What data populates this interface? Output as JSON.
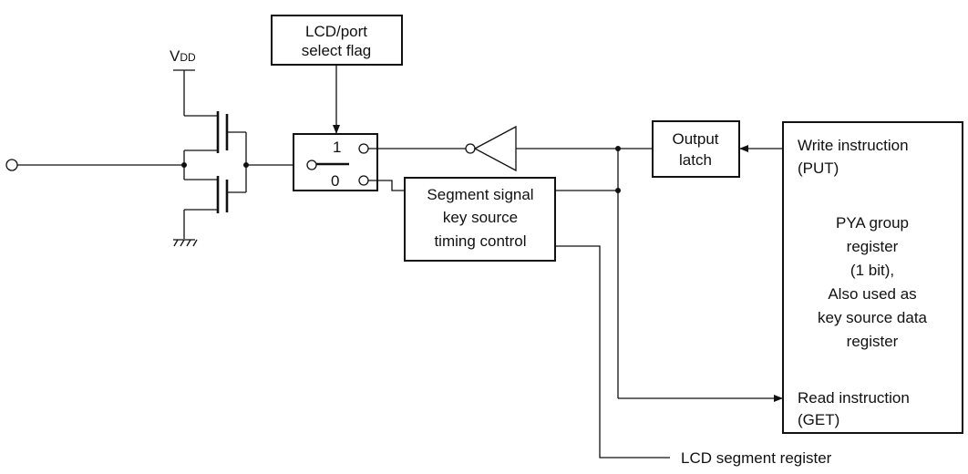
{
  "diagram": {
    "vdd": {
      "main": "V",
      "sub": "DD"
    },
    "lcd_port_select_flag": [
      "LCD/port",
      "select flag"
    ],
    "switch": {
      "pos1": "1",
      "pos0": "0"
    },
    "output_latch": [
      "Output",
      "latch"
    ],
    "segment_signal_box": [
      "Segment signal",
      "key source",
      "timing control"
    ],
    "register": {
      "write_instruction": [
        "Write instruction",
        "(PUT)"
      ],
      "name": [
        "PYA group",
        "register",
        "(1 bit),",
        "Also used as",
        "key source data",
        "register"
      ],
      "read_instruction": [
        "Read instruction",
        "(GET)"
      ]
    },
    "lcd_segment_register": "LCD segment register"
  }
}
